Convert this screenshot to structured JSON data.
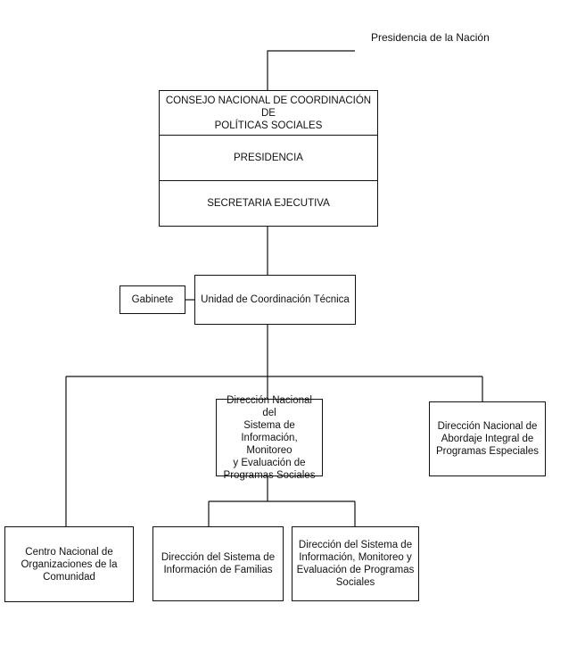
{
  "top_label": "Presidencia de la Nación",
  "consejo": {
    "title_lines": [
      "CONSEJO NACIONAL DE COORDINACIÓN DE",
      "POLÍTICAS SOCIALES"
    ],
    "presidencia": "PRESIDENCIA",
    "secretaria": "SECRETARIA EJECUTIVA"
  },
  "gabinete": "Gabinete",
  "unidad": "Unidad de Coordinación Técnica",
  "direccion_sistema_lines": [
    "Dirección Nacional del",
    "Sistema de",
    "Información, Monitoreo",
    "y Evaluación de",
    "Programas Sociales"
  ],
  "direccion_abordaje_lines": [
    "Dirección Nacional de",
    "Abordaje Integral de",
    "Programas Especiales"
  ],
  "centro_lines": [
    "Centro Nacional de",
    "Organizaciones de la",
    "Comunidad"
  ],
  "dir_familias_lines": [
    "Dirección del Sistema de",
    "Información de Familias"
  ],
  "dir_monitoreo_lines": [
    "Dirección del Sistema de",
    "Información, Monitoreo y",
    "Evaluación de Programas",
    "Sociales"
  ]
}
